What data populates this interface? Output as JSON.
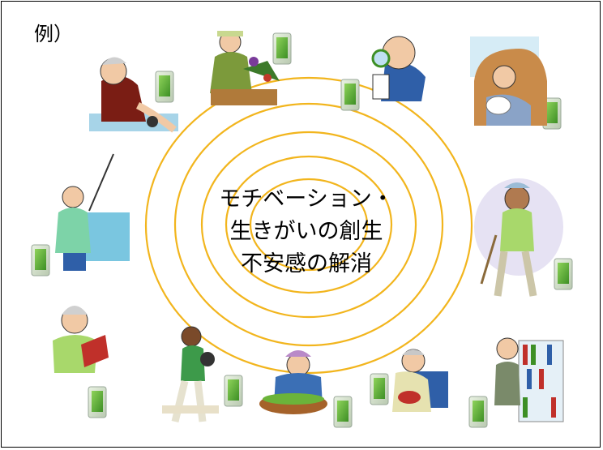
{
  "label": "例）",
  "center": {
    "line1": "モチベーション・",
    "line2": "生きがいの創生",
    "line3": "不安感の解消"
  },
  "colors": {
    "ring": "#f2b51d",
    "device": "#6bb43a",
    "frame": "#000000"
  },
  "illustrations": [
    "blood-pressure-man",
    "gardening-woman",
    "reading-man-magnifier",
    "man-with-dog-in-armchair",
    "fishing-man",
    "walking-man-with-cane",
    "reading-woman",
    "bowling-man",
    "cooking-woman",
    "knitting-woman",
    "man-at-bookshelf"
  ]
}
